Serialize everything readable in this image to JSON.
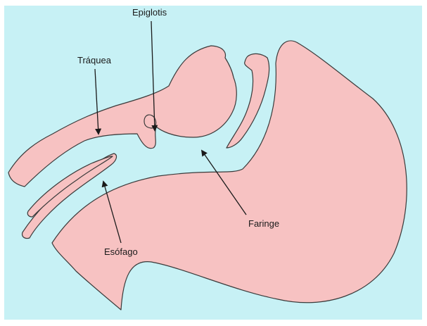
{
  "colors": {
    "background": "#c7f1f5",
    "tissue": "#f7c2c2",
    "outline": "#3a3a3a",
    "frame": "#ffffff"
  },
  "labels": {
    "epiglotis": "Epiglotis",
    "traquea": "Tráquea",
    "faringe": "Faringe",
    "esofago": "Esófago"
  }
}
